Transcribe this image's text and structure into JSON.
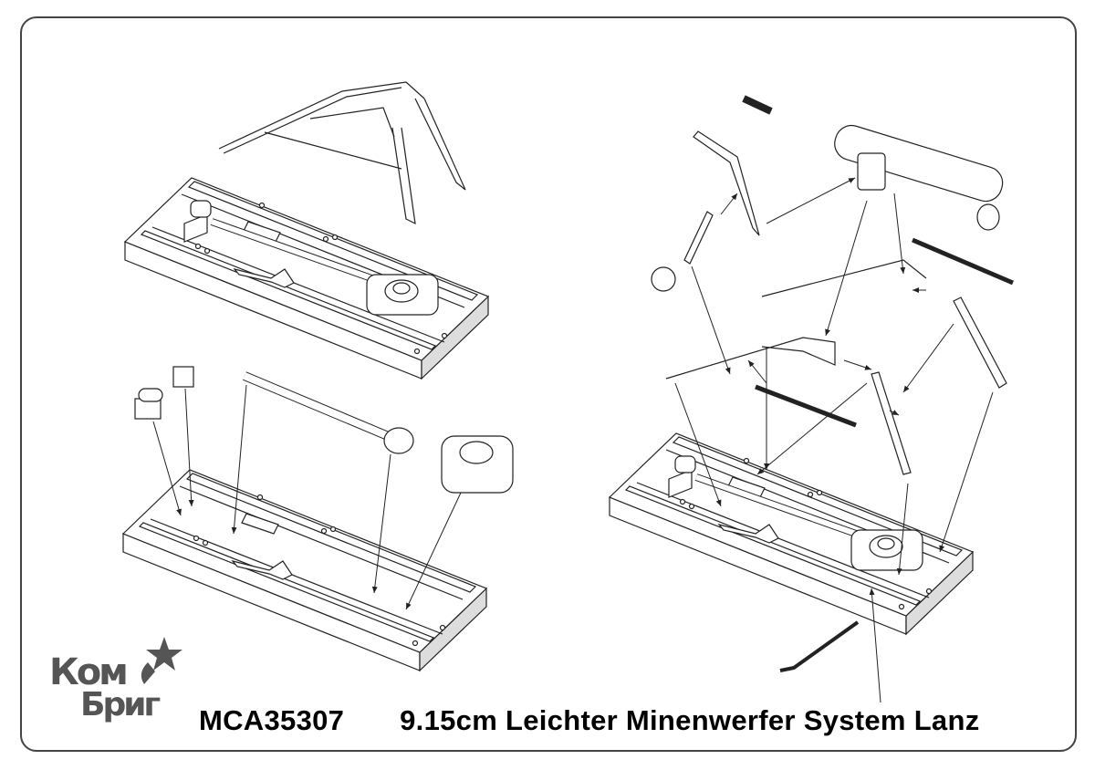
{
  "diagram": {
    "kit_code": "MCA35307",
    "kit_name": "9.15cm Leichter Minenwerfer System Lanz",
    "logo": {
      "line1": "Ком",
      "line2": "Бриг",
      "color": "#555555"
    },
    "line_color": "#222222",
    "fill_color": "#ffffff",
    "shade_color": "#dddddd"
  }
}
